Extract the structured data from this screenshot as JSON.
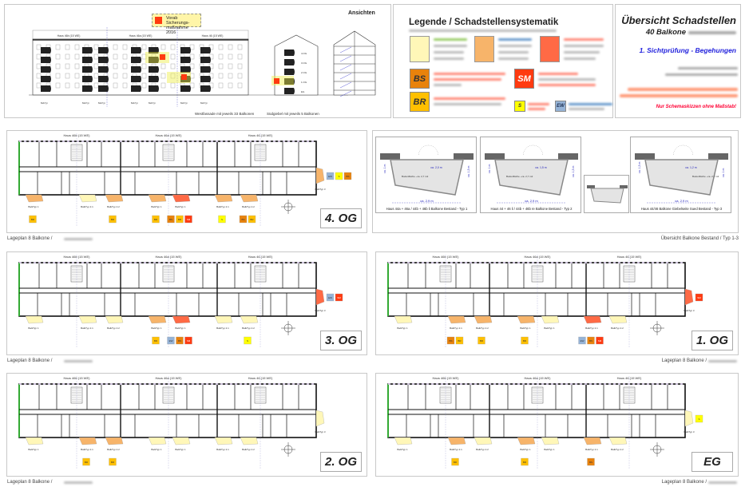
{
  "elevations": {
    "title": "Ansichten",
    "note": "Vorab Sicherungs-maßnahme 2016",
    "note_badge": "SM",
    "houses": [
      "Haus 46b (15 WE)",
      "Haus 46a (15 WE)",
      "Haus 46 (15 WE)"
    ],
    "west_caption": "Westfassade mit jeweils 33 Balkonen",
    "south_caption": "Südgiebel mit jeweils 5 Balkonen",
    "levels": [
      "4.OG",
      "3.OG",
      "2.OG",
      "1.OG",
      "EG"
    ]
  },
  "legend": {
    "title": "Legende / Schadstellensystematik",
    "codes": {
      "BS": "BS",
      "SM": "SM",
      "BR": "BR",
      "S": "S",
      "EW": "EW"
    },
    "colors": {
      "light": "#fff7b8",
      "medium": "#f7b46a",
      "severe": "#ff6a45",
      "BS": "#e8820c",
      "SM": "#ff3a10",
      "BR": "#ffc000",
      "S": "#ffff00",
      "EW": "#95b3d7"
    }
  },
  "overview": {
    "title": "Übersicht Schadstellen",
    "subtitle": "40 Balkone",
    "inspection": "1. Sichtprüfung - Begehungen",
    "disclaimer": "Nur Schemaskizzen ohne Maßstab!"
  },
  "types": {
    "cards": [
      {
        "caption": "Haus 44a + 46a / 44b + 46b li Balkone Bestand  - Typ 1",
        "width": "ca. 2,9 m",
        "depth_l": "ca. 1 m",
        "depth_r": "ca. 1,3 m",
        "door": "ca. 2,0 m",
        "area": "Bodenfläche ~ca. 2,7 m2"
      },
      {
        "caption": "Haus 44 + 46 li / 44b + 46b re Balkone Bestand  - Typ 2",
        "width": "ca. 2,9 m",
        "depth_l": "ca. 1 m",
        "depth_r": "ca. 1,3 m",
        "door": "ca. 1,5 m",
        "area": "Bodenfläche ~ca. 2,7 m2"
      },
      {
        "caption": "Haus 44/46 Balkone Giebelseite Sued Bestand  - Typ 3",
        "width": "ca. 2,9 m",
        "depth_l": "ca. 1,3 m",
        "depth_r": "ca. 1 m",
        "door": "ca. 1,2 m",
        "area": "Bodenfläche ~ca. 2,7 m2"
      }
    ],
    "footer": "Übersicht Balkone Bestand / Typ 1-3"
  },
  "plan_footer": "Lageplan 8 Balkone /",
  "houses": [
    "Haus 46b (15 WE)",
    "Haus 46a (15 WE)",
    "Haus 46 (15 WE)"
  ],
  "floors": [
    {
      "label": "4. OG",
      "types": [
        "BalkTyp 1",
        "BalkTyp 2.1",
        "BalkTyp 2.2",
        "BalkTyp 1",
        "BalkTyp 1",
        "BalkTyp 2.1",
        "BalkTyp 2.2",
        "BalkTyp 3"
      ],
      "status": [
        "medium",
        "light",
        "medium",
        "medium",
        "severe",
        "medium",
        "medium",
        "medium"
      ],
      "badges": [
        [
          0,
          "BR"
        ],
        [
          2,
          "BR"
        ],
        [
          3,
          "BR"
        ],
        [
          4,
          "BS"
        ],
        [
          4,
          "BR"
        ],
        [
          4,
          "SM"
        ],
        [
          5,
          "S"
        ],
        [
          6,
          "BS"
        ],
        [
          6,
          "BR"
        ],
        [
          7,
          "EW"
        ],
        [
          7,
          "S"
        ],
        [
          7,
          "BS"
        ]
      ]
    },
    {
      "label": "3. OG",
      "types": [
        "BalkTyp 1",
        "BalkTyp 2.1",
        "BalkTyp 2.2",
        "BalkTyp 1",
        "BalkTyp 1",
        "BalkTyp 2.1",
        "BalkTyp 2.2",
        "BalkTyp 3"
      ],
      "status": [
        "light",
        "light",
        "light",
        "medium",
        "severe",
        "light",
        "light",
        "severe"
      ],
      "badges": [
        [
          3,
          "BR"
        ],
        [
          4,
          "EW"
        ],
        [
          4,
          "BS"
        ],
        [
          4,
          "SM"
        ],
        [
          6,
          "S"
        ],
        [
          7,
          "EW"
        ],
        [
          7,
          "SM"
        ]
      ]
    },
    {
      "label": "1. OG",
      "types": [
        "BalkTyp 1",
        "BalkTyp 2.1",
        "BalkTyp 2.2",
        "BalkTyp 1",
        "BalkTyp 1",
        "BalkTyp 2.1",
        "BalkTyp 2.2",
        "BalkTyp 3"
      ],
      "status": [
        "light",
        "medium",
        "medium",
        "medium",
        "light",
        "severe",
        "light",
        "severe"
      ],
      "badges": [
        [
          1,
          "BS"
        ],
        [
          1,
          "BR"
        ],
        [
          2,
          "BR"
        ],
        [
          3,
          "BR"
        ],
        [
          5,
          "EW"
        ],
        [
          5,
          "BS"
        ],
        [
          5,
          "SM"
        ],
        [
          7,
          "SM"
        ]
      ]
    },
    {
      "label": "2. OG",
      "types": [
        "BalkTyp 1",
        "BalkTyp 2.1",
        "BalkTyp 2.2",
        "BalkTyp 1",
        "BalkTyp 1",
        "BalkTyp 2.1",
        "BalkTyp 2.2",
        "BalkTyp 3"
      ],
      "status": [
        "light",
        "medium",
        "medium",
        "light",
        "light",
        "light",
        "light",
        "light"
      ],
      "badges": [
        [
          1,
          "BR"
        ],
        [
          2,
          "BR"
        ]
      ]
    },
    {
      "label": "EG",
      "types": [
        "BalkTyp 1",
        "BalkTyp 2.1",
        "BalkTyp 2.2",
        "BalkTyp 1",
        "BalkTyp 1",
        "BalkTyp 2.1",
        "BalkTyp 2.2",
        "BalkTyp 3"
      ],
      "status": [
        "light",
        "medium",
        "light",
        "medium",
        "light",
        "medium",
        "light",
        "light"
      ],
      "badges": [
        [
          1,
          "BR"
        ],
        [
          3,
          "BR"
        ],
        [
          5,
          "BS"
        ],
        [
          7,
          "S"
        ]
      ]
    }
  ]
}
